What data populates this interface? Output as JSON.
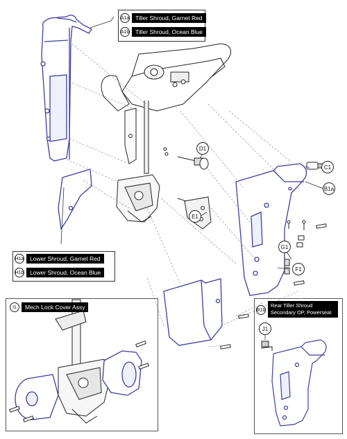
{
  "colors": {
    "accent": "#3b3f9e",
    "outline": "#222222",
    "leader": "#777777",
    "tag_bg": "#000000",
    "tag_fg": "#ffffff"
  },
  "parts": {
    "a1a": {
      "id": "A1a",
      "name": "Tiller Shroud, Garnet Red"
    },
    "a1b": {
      "id": "A1b",
      "name": "Tiller Shroud, Ocean Blue"
    },
    "h1a": {
      "id": "H1a",
      "name": "Lower Shroud, Garnet Red"
    },
    "h1b": {
      "id": "H1b",
      "name": "Lower Shroud, Ocean Blue"
    },
    "i1": {
      "id": "I1",
      "name": "Mech Lock Cover Assy"
    },
    "b1b": {
      "id": "B1b",
      "name_line1": "Rear Tiller Shroud",
      "name_line2": "Secondary OP, Powerseat"
    }
  },
  "callouts": {
    "d1": "D1",
    "c1": "C1",
    "b1a": "B1a",
    "e1": "E1",
    "g1": "G1",
    "f1": "F1",
    "j1": "J1"
  }
}
